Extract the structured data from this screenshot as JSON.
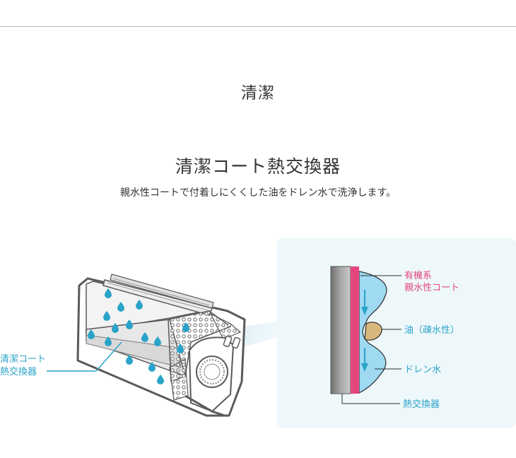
{
  "section": {
    "title": "清潔"
  },
  "feature": {
    "heading": "清潔コート熱交換器",
    "description": "親水性コートで付着しにくくした油をドレン水で洗浄します。"
  },
  "diagram": {
    "unit_label_line1": "清潔コート",
    "unit_label_line2": "熱交換器",
    "callouts": {
      "organic_line1": "有機系",
      "organic_line2": "親水性コート",
      "oil": "油（疎水性）",
      "drain": "ドレン水",
      "heat_exchanger": "熱交換器"
    },
    "colors": {
      "accent_cyan": "#2aa3c9",
      "accent_pink": "#e4467c",
      "panel_bg": "#eef8fb",
      "water": "#9fd9f2",
      "oil": "#d7b77c"
    }
  }
}
